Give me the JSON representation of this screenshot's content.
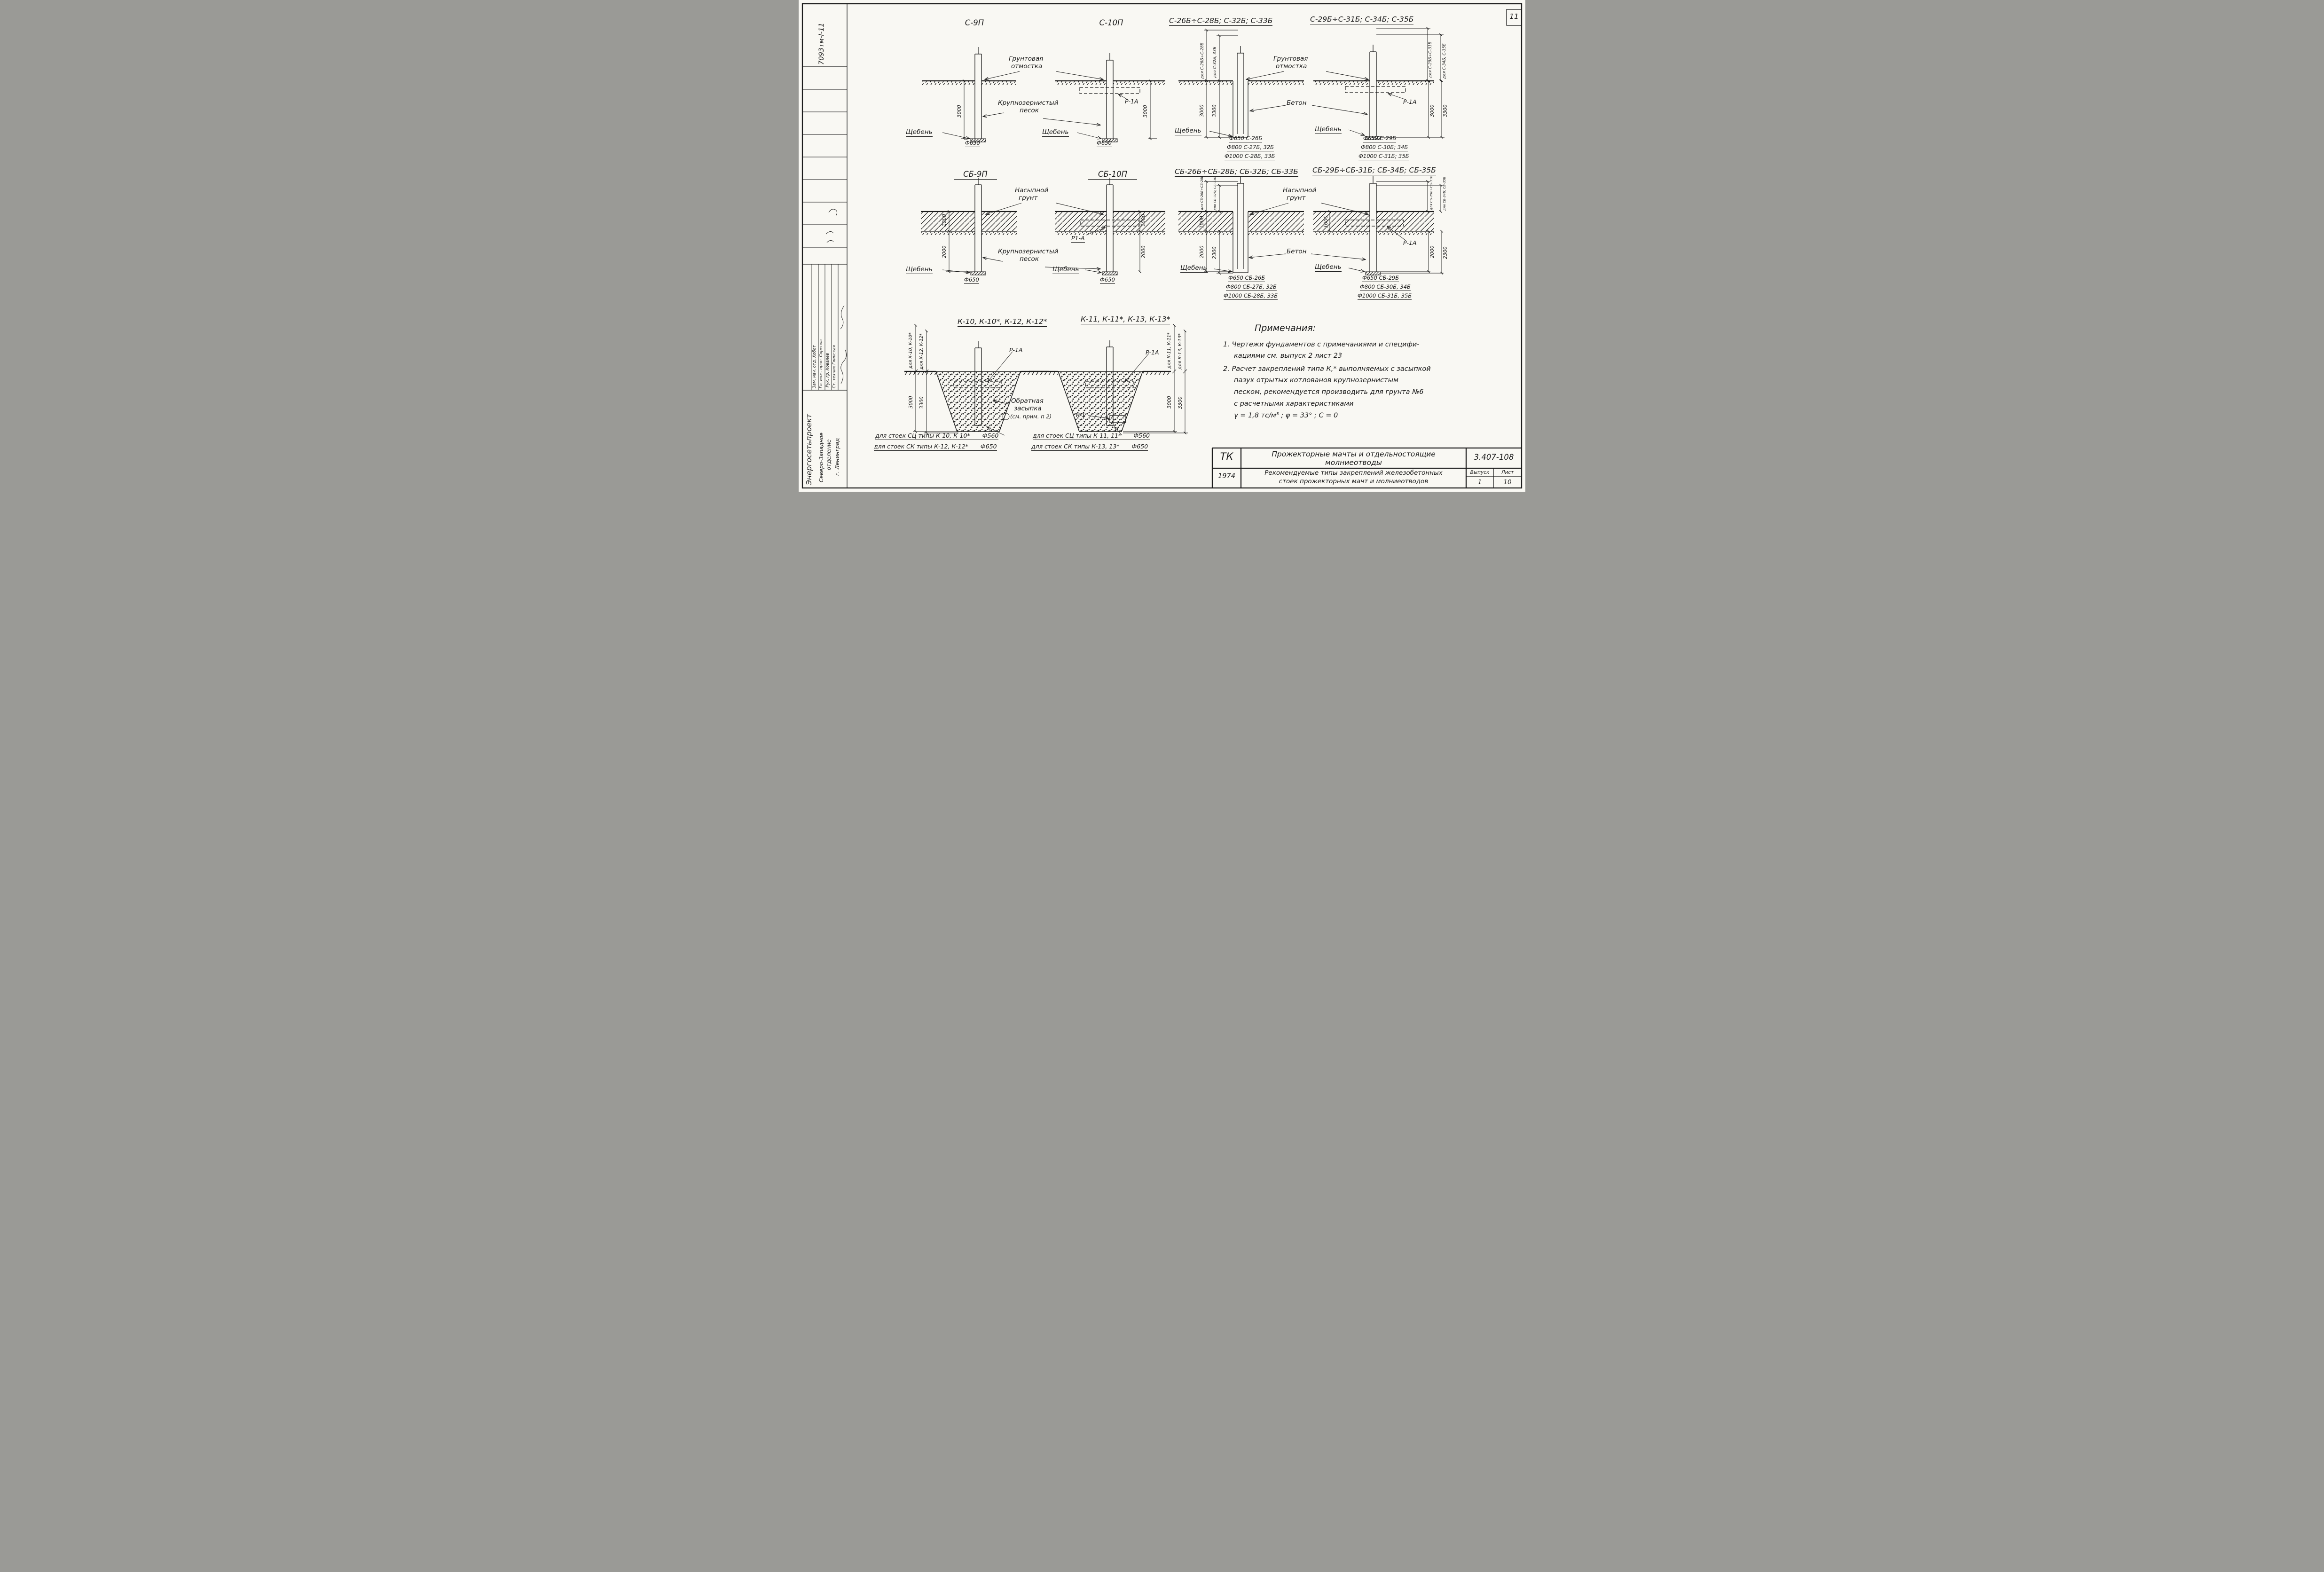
{
  "frame": {
    "sheet_number": "11",
    "doc_number": "7093тм-I-11"
  },
  "stamp": {
    "org1": "Энергосетьпроект",
    "org2": "Северо-Западное",
    "org3": "отделение",
    "org4": "г. Ленинград",
    "sig1": "Зам. нач. отд.  Хобот",
    "sig2": "Гл. инж. прое.  Соренов",
    "sig3": "Рук. гр.  Ковалев",
    "sig4": "Ст. техник  Глинская"
  },
  "shared": {
    "otm1": "Грунтовая",
    "otm2": "отмостка",
    "pes1": "Крупнозернистый",
    "pes2": "песок",
    "nas1": "Насыпной",
    "nas2": "грунт",
    "beton": "Бетон",
    "scheben": "Щебень",
    "f650": "Ф650",
    "r1a": "Р-1А",
    "r1a_alt": "Р1-А",
    "r1": "Р-1",
    "d3000": "3000",
    "d3300": "3300",
    "d2000": "2000",
    "d2300": "2300",
    "d1000": "1000"
  },
  "r1": {
    "t1": "С-9П",
    "t2": "С-10П",
    "t3": "С-26Б÷С-28Б; С-32Б; С-33Б",
    "t4": "С-29Б÷С-31Б; С-34Б; С-35Б",
    "rot3a": "для С-26Б÷С-28Б",
    "rot3b": "для С-32Б, 33Б",
    "rot4a": "для С-29Б÷С-31Б",
    "rot4b": "для С-34Б, С-35Б",
    "s3": [
      "Ф650 С-26Б",
      "Ф800 С-27Б, 32Б",
      "Ф1000 С-28Б, 33Б"
    ],
    "s4": [
      "Ф650 С-29Б",
      "Ф800 С-30Б; 34Б",
      "Ф1000 С-31Б; 35Б"
    ]
  },
  "r2": {
    "t1": "СБ-9П",
    "t2": "СБ-10П",
    "t3": "СБ-26Б÷СБ-28Б; СБ-32Б; СБ-33Б",
    "t4": "СБ-29Б÷СБ-31Б; СБ-34Б; СБ-35Б",
    "rot3a": "для СБ-26Б÷СБ-28Б",
    "rot3b": "для СБ-32Б; СБ-33Б",
    "rot4a": "для СБ-29Б÷СБ-31Б",
    "rot4b": "для СБ-34Б; СБ-35Б",
    "s3": [
      "Ф650 СБ-26Б",
      "Ф800 СБ-27Б, 32Б",
      "Ф1000 СБ-28Б, 33Б"
    ],
    "s4": [
      "Ф650 СБ-29Б",
      "Ф800 СБ-30Б, 34Б",
      "Ф1000 СБ-31Б, 35Б"
    ]
  },
  "r3": {
    "t9": "К-10, К-10*, К-12, К-12*",
    "t10": "К-11, К-11*, К-13, К-13*",
    "rot9a": "для К-10, К-10*",
    "rot9b": "для К-12, К-12*",
    "rot10a": "для К-11, К-11*",
    "rot10b": "для К-13, К-13*",
    "bf1": "Обратная",
    "bf2": "засыпка",
    "bf3": "(см. прим. п 2)",
    "foot9a": "для стоек СЦ типы К-10, К-10*",
    "foot9a_d": "Ф560",
    "foot9b": "для стоек СК типы К-12, К-12*",
    "foot9b_d": "Ф650",
    "foot10a": "для стоек СЦ типы К-11, 11*",
    "foot10a_d": "Ф560",
    "foot10b": "для стоек СК типы К-13, 13*",
    "foot10b_d": "Ф650"
  },
  "notes": {
    "heading": "Примечания:",
    "l1": "1. Чертежи фундаментов с примечаниями и специфи-",
    "l2": "кациями см. выпуск 2   лист 23",
    "l3": "2. Расчет закреплений типа К,* выполняемых с засыпкой",
    "l4": "пазух отрытых котлованов  крупнозернистым",
    "l5": "песком, рекомендуется производить для грунта №6",
    "l6": "с расчетными характеристиками",
    "l7": "γ = 1,8 тс/м³ ;   φ = 33° ;   С = 0"
  },
  "tb": {
    "tk": "ТК",
    "year": "1974",
    "p1a": "Прожекторные мачты и отдельностоящие",
    "p1b": "молниеотводы",
    "code": "3.407-108",
    "p2a": "Рекомендуемые типы закреплений железобетонных",
    "p2b": "стоек прожекторных мачт и молниеотводов",
    "vyp": "Выпуск",
    "vyp_n": "1",
    "list": "Лист",
    "list_n": "10"
  }
}
